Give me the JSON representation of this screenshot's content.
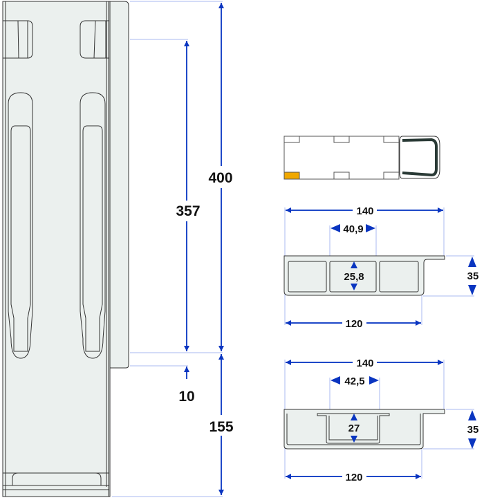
{
  "front_view": {
    "dimensions": {
      "total_height": "400",
      "inner_height": "357",
      "offset": "10",
      "lower_height": "155"
    }
  },
  "profile_a": {
    "width_top": "140",
    "cell_width": "40,9",
    "cell_height": "25,8",
    "height": "35",
    "width_bottom": "120"
  },
  "profile_b": {
    "width_top": "140",
    "channel_width": "42,5",
    "channel_height": "27",
    "height": "35",
    "width_bottom": "120"
  },
  "colors": {
    "dimension": "#1e48c8",
    "part_fill": "#ebf0ee",
    "marker": "#f0a800"
  }
}
